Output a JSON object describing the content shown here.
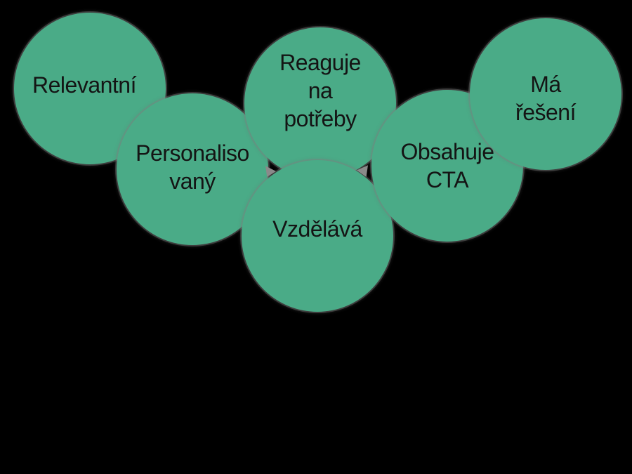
{
  "diagram": {
    "background_color": "#000000",
    "bubble_color": "#4aab87",
    "text_color": "#141414",
    "arrow_color": "#8a8a8a",
    "bubbles": [
      {
        "id": "relevantni",
        "label": "Relevantní"
      },
      {
        "id": "personalisovany",
        "label": "Personaliso\nvaný"
      },
      {
        "id": "reaguje-na-potreby",
        "label": "Reaguje\nna\npotřeby"
      },
      {
        "id": "vzdelava",
        "label": "Vzdělává"
      },
      {
        "id": "obsahuje-cta",
        "label": "Obsahuje\nCTA"
      },
      {
        "id": "ma-reseni",
        "label": "Má\nřešení"
      }
    ],
    "arrows": [
      {
        "id": "left-arrowhead",
        "direction": "right"
      },
      {
        "id": "right-arrowhead",
        "direction": "left"
      }
    ]
  }
}
